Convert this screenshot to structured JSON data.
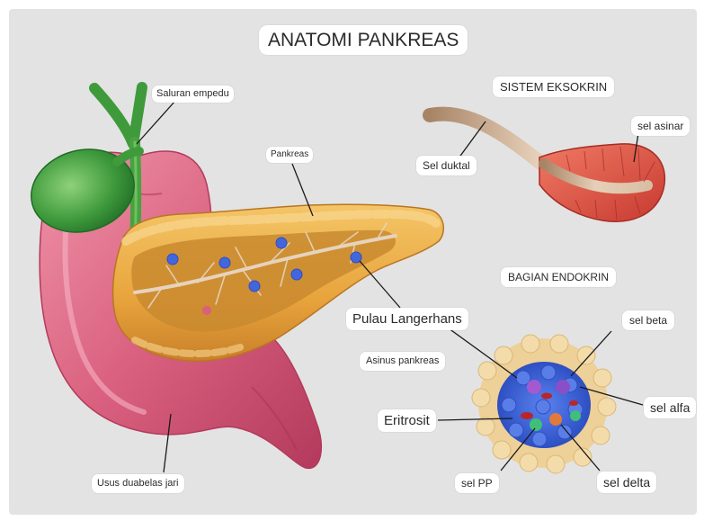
{
  "title": "ANATOMI PANKREAS",
  "colors": {
    "background": "#e3e3e3",
    "duodenum": "#d9607e",
    "pancreas": "#e8a43c",
    "gallbladder": "#3f9a3c",
    "islet_cells": "#3f63d6",
    "acinar": "#d8453a",
    "duct": "#c9a585"
  },
  "labels": {
    "saluran_empedu": "Saluran empedu",
    "pankreas": "Pankreas",
    "sistem_eksokrin": "SISTEM EKSOKRIN",
    "sel_asinar": "sel asinar",
    "sel_duktal": "Sel duktal",
    "bagian_endokrin": "BAGIAN ENDOKRIN",
    "pulau_langerhans": "Pulau Langerhans",
    "asinus_pankreas": "Asinus pankreas",
    "sel_beta": "sel beta",
    "sel_alfa": "sel alfa",
    "eritrosit": "Eritrosit",
    "sel_pp": "sel PP",
    "sel_delta": "sel delta",
    "usus_duabelas_jari": "Usus duabelas jari"
  }
}
